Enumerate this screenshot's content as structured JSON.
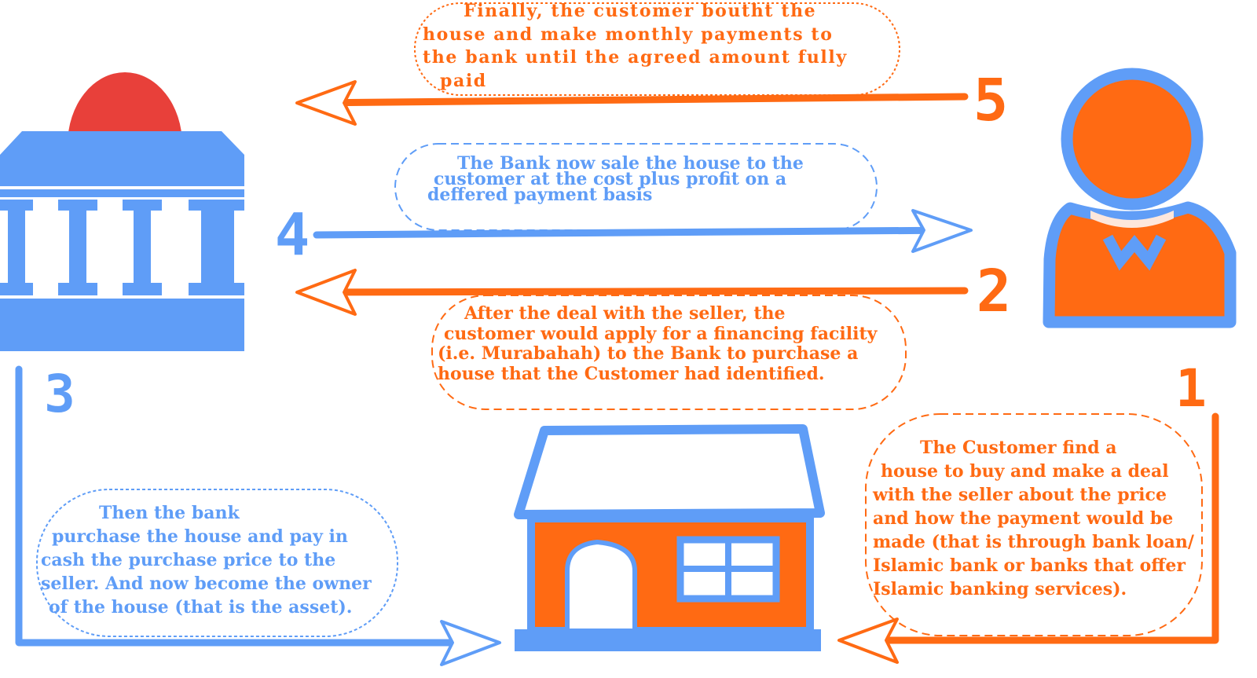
{
  "colors": {
    "blue": "#5f9df7",
    "orange": "#ff6a13",
    "red": "#e8403a",
    "white": "#ffffff",
    "skin": "#fde7dc"
  },
  "actors": {
    "bank": {
      "icon": "bank-building-icon"
    },
    "customer": {
      "icon": "customer-person-icon"
    },
    "house": {
      "icon": "house-icon"
    }
  },
  "steps": [
    {
      "number": "1",
      "direction": "customer-to-house",
      "arrow_color": "orange",
      "lines": [
        "The Customer find a",
        " house to buy and  make a deal",
        "with the seller about the  price",
        "and how the payment would be",
        "made (that is through bank loan/",
        "Islamic  bank or banks that offer",
        "Islamic  banking services)."
      ]
    },
    {
      "number": "2",
      "direction": "customer-to-bank",
      "arrow_color": "orange",
      "lines": [
        "After the deal with the seller, the",
        "customer would apply for a financing facility",
        "(i.e. Murabahah)  to  the Bank to purchase a",
        "house that the Customer  had identified."
      ]
    },
    {
      "number": "3",
      "direction": "bank-to-house",
      "arrow_color": "blue",
      "lines": [
        "Then the bank",
        " purchase the  house and pay in",
        "cash the  purchase price to the",
        "seller.  And now become the owner",
        " of the  house (that is the asset)."
      ]
    },
    {
      "number": "4",
      "direction": "bank-to-customer",
      "arrow_color": "blue",
      "lines": [
        "The Bank now sale the house to the",
        "customer at the  cost plus profit on a",
        "deffered payment basis"
      ]
    },
    {
      "number": "5",
      "direction": "customer-to-bank",
      "arrow_color": "orange",
      "lines": [
        "Finally, the customer boutht the",
        "house and make monthly payments to",
        "the  bank until the agreed amount fully",
        "  paid"
      ]
    }
  ]
}
